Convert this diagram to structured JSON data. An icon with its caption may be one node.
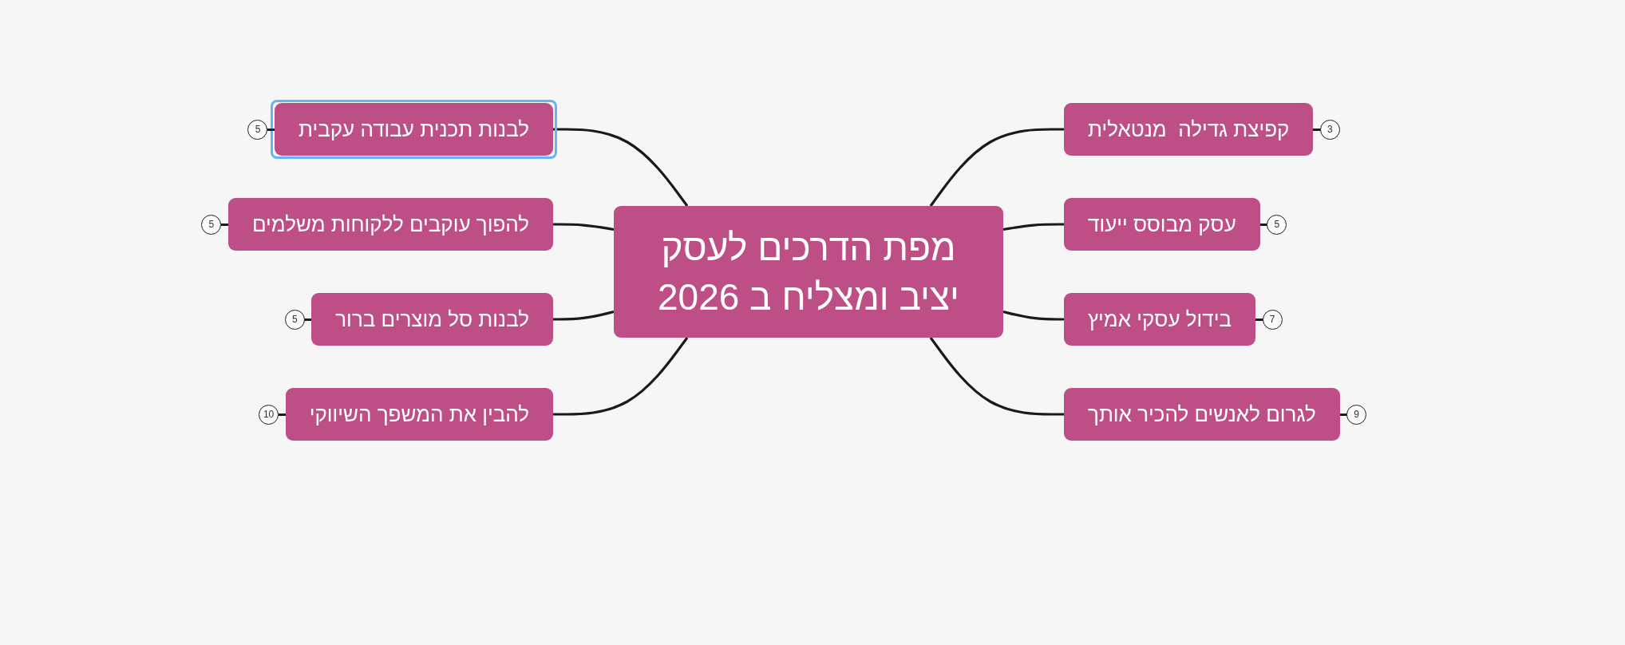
{
  "diagram": {
    "nodes": [
      {
        "text": [
          "מפת הדרכים לעסק יציב ומצליח ב 2026"
        ]
      },
      {
        "text": [
          "קפיצת גדילה  מנטאלית"
        ],
        "beside": [
          "3"
        ]
      },
      {
        "text": [
          "עסק מבוסס ייעוד"
        ],
        "beside": [
          "5"
        ]
      },
      {
        "text": [
          "בידול עסקי אמיץ"
        ],
        "beside": [
          "7"
        ]
      },
      {
        "text": [
          "לגרום לאנשים להכיר אותך"
        ],
        "beside": [
          "9"
        ]
      },
      {
        "text": [
          "לבנות תכנית עבודה עקבית"
        ],
        "beside": [
          "5"
        ]
      },
      {
        "text": [
          "להפוך עוקבים ללקוחות משלמים"
        ],
        "beside": [
          "5"
        ]
      },
      {
        "text": [
          "לבנות סל מוצרים ברור"
        ],
        "beside": [
          "5"
        ]
      },
      {
        "text": [
          "להבין את המשפך השיווקי"
        ],
        "beside": [
          "10"
        ]
      }
    ],
    "edges": [
      {
        "from": 0,
        "to": 1,
        "arrow": "none"
      },
      {
        "from": 0,
        "to": 2,
        "arrow": "none"
      },
      {
        "from": 0,
        "to": 3,
        "arrow": "none"
      },
      {
        "from": 0,
        "to": 4,
        "arrow": "none"
      },
      {
        "from": 0,
        "to": 5,
        "arrow": "none"
      },
      {
        "from": 0,
        "to": 6,
        "arrow": "none"
      },
      {
        "from": 0,
        "to": 7,
        "arrow": "none"
      },
      {
        "from": 0,
        "to": 8,
        "arrow": "none"
      }
    ]
  }
}
